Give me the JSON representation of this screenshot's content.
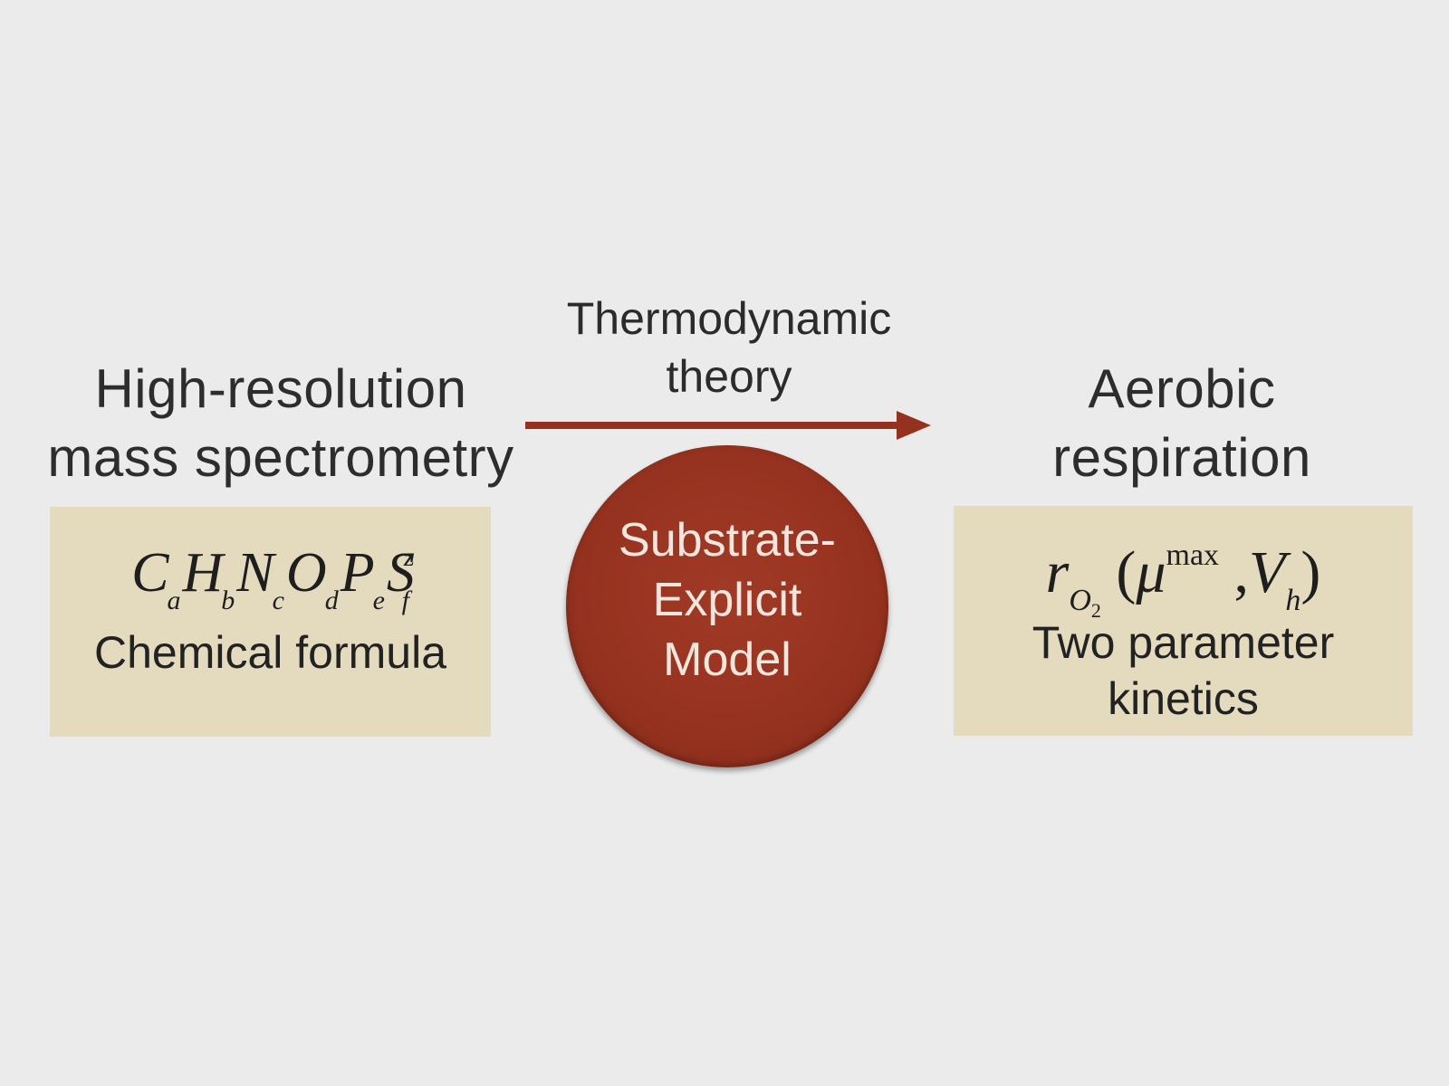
{
  "colors": {
    "background": "#ebebeb",
    "box_fill": "#e4dbbe",
    "accent": "#95321f",
    "circle_text": "#f3e6df"
  },
  "left": {
    "heading_lines": [
      "High-resolution",
      "mass spectrometry"
    ],
    "formula": {
      "symbols": [
        "C",
        "H",
        "N",
        "O",
        "P",
        "S"
      ],
      "subscripts": [
        "a",
        "b",
        "c",
        "d",
        "e",
        "f"
      ],
      "superscript": "z"
    },
    "caption_lines": [
      "Chemical formula"
    ]
  },
  "center": {
    "arrow_label_lines": [
      "Thermodynamic",
      "theory"
    ],
    "circle_lines": [
      "Substrate-",
      "Explicit",
      "Model"
    ]
  },
  "right": {
    "heading_lines": [
      "Aerobic",
      "respiration"
    ],
    "formula": {
      "rate": "r",
      "rate_sub": "O",
      "rate_sub_sub": "2",
      "mu": "μ",
      "mu_sup": "max",
      "v": "V",
      "v_sub": "h"
    },
    "caption_lines": [
      "Two parameter",
      "kinetics"
    ]
  }
}
